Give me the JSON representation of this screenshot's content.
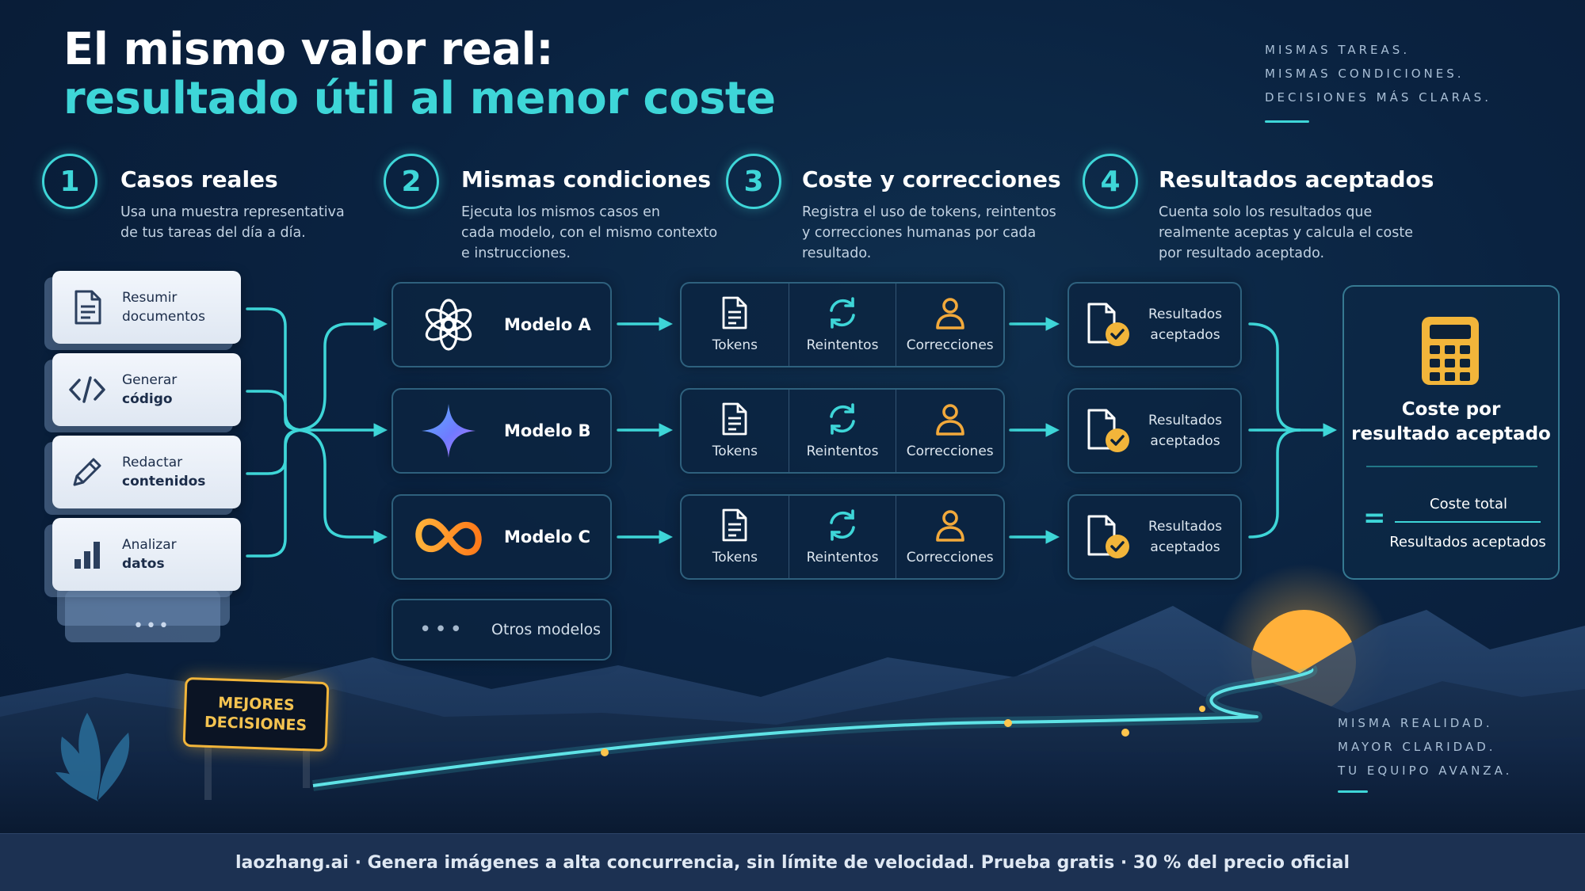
{
  "header": {
    "title_line1": "El mismo valor real:",
    "title_line2": "resultado útil al menor coste"
  },
  "tagline_top": {
    "lines": [
      "MISMAS TAREAS.",
      "MISMAS CONDICIONES.",
      "DECISIONES MÁS CLARAS."
    ]
  },
  "steps": [
    {
      "number": "1",
      "title": "Casos reales",
      "desc": "Usa una muestra representativa\nde tus tareas del día a día."
    },
    {
      "number": "2",
      "title": "Mismas condiciones",
      "desc": "Ejecuta los mismos casos en\ncada modelo, con el mismo contexto\ne instrucciones."
    },
    {
      "number": "3",
      "title": "Coste y correcciones",
      "desc": "Registra el uso de tokens, reintentos\ny correcciones humanas por cada\nresultado."
    },
    {
      "number": "4",
      "title": "Resultados aceptados",
      "desc": "Cuenta solo los resultados que\nrealmente aceptas y calcula el coste\npor resultado aceptado."
    }
  ],
  "tasks": [
    {
      "line1": "Resumir",
      "line2": "documentos",
      "icon": "document-icon"
    },
    {
      "line1": "Generar",
      "line2": "código",
      "icon": "code-icon"
    },
    {
      "line1": "Redactar",
      "line2": "contenidos",
      "icon": "pencil-icon"
    },
    {
      "line1": "Analizar",
      "line2": "datos",
      "icon": "bar-chart-icon"
    }
  ],
  "tasks_more": "•••",
  "models": [
    {
      "name": "Modelo A",
      "icon": "openai-knot-icon"
    },
    {
      "name": "Modelo B",
      "icon": "sparkle-star-icon"
    },
    {
      "name": "Modelo C",
      "icon": "infinity-icon"
    }
  ],
  "other_models": {
    "dots": "•••",
    "label": "Otros modelos"
  },
  "metrics": {
    "tokens": "Tokens",
    "retries": "Reintentos",
    "corrections": "Correcciones"
  },
  "result_label": "Resultados\naceptados",
  "cost": {
    "title": "Coste por\nresultado aceptado",
    "equals": "=",
    "numerator": "Coste total",
    "denominator": "Resultados aceptados"
  },
  "sign_text": "MEJORES\nDECISIONES",
  "tagline_bottom": {
    "lines": [
      "MISMA REALIDAD.",
      "MAYOR CLARIDAD.",
      "TU EQUIPO AVANZA."
    ]
  },
  "footer": {
    "text": "laozhang.ai · Genera imágenes a alta concurrencia, sin límite de velocidad. Prueba gratis · 30 % del precio oficial"
  },
  "colors": {
    "accent": "#3ed6d8",
    "background": "#0a2240",
    "amber": "#f2b53a",
    "card": "#eef3fa"
  }
}
